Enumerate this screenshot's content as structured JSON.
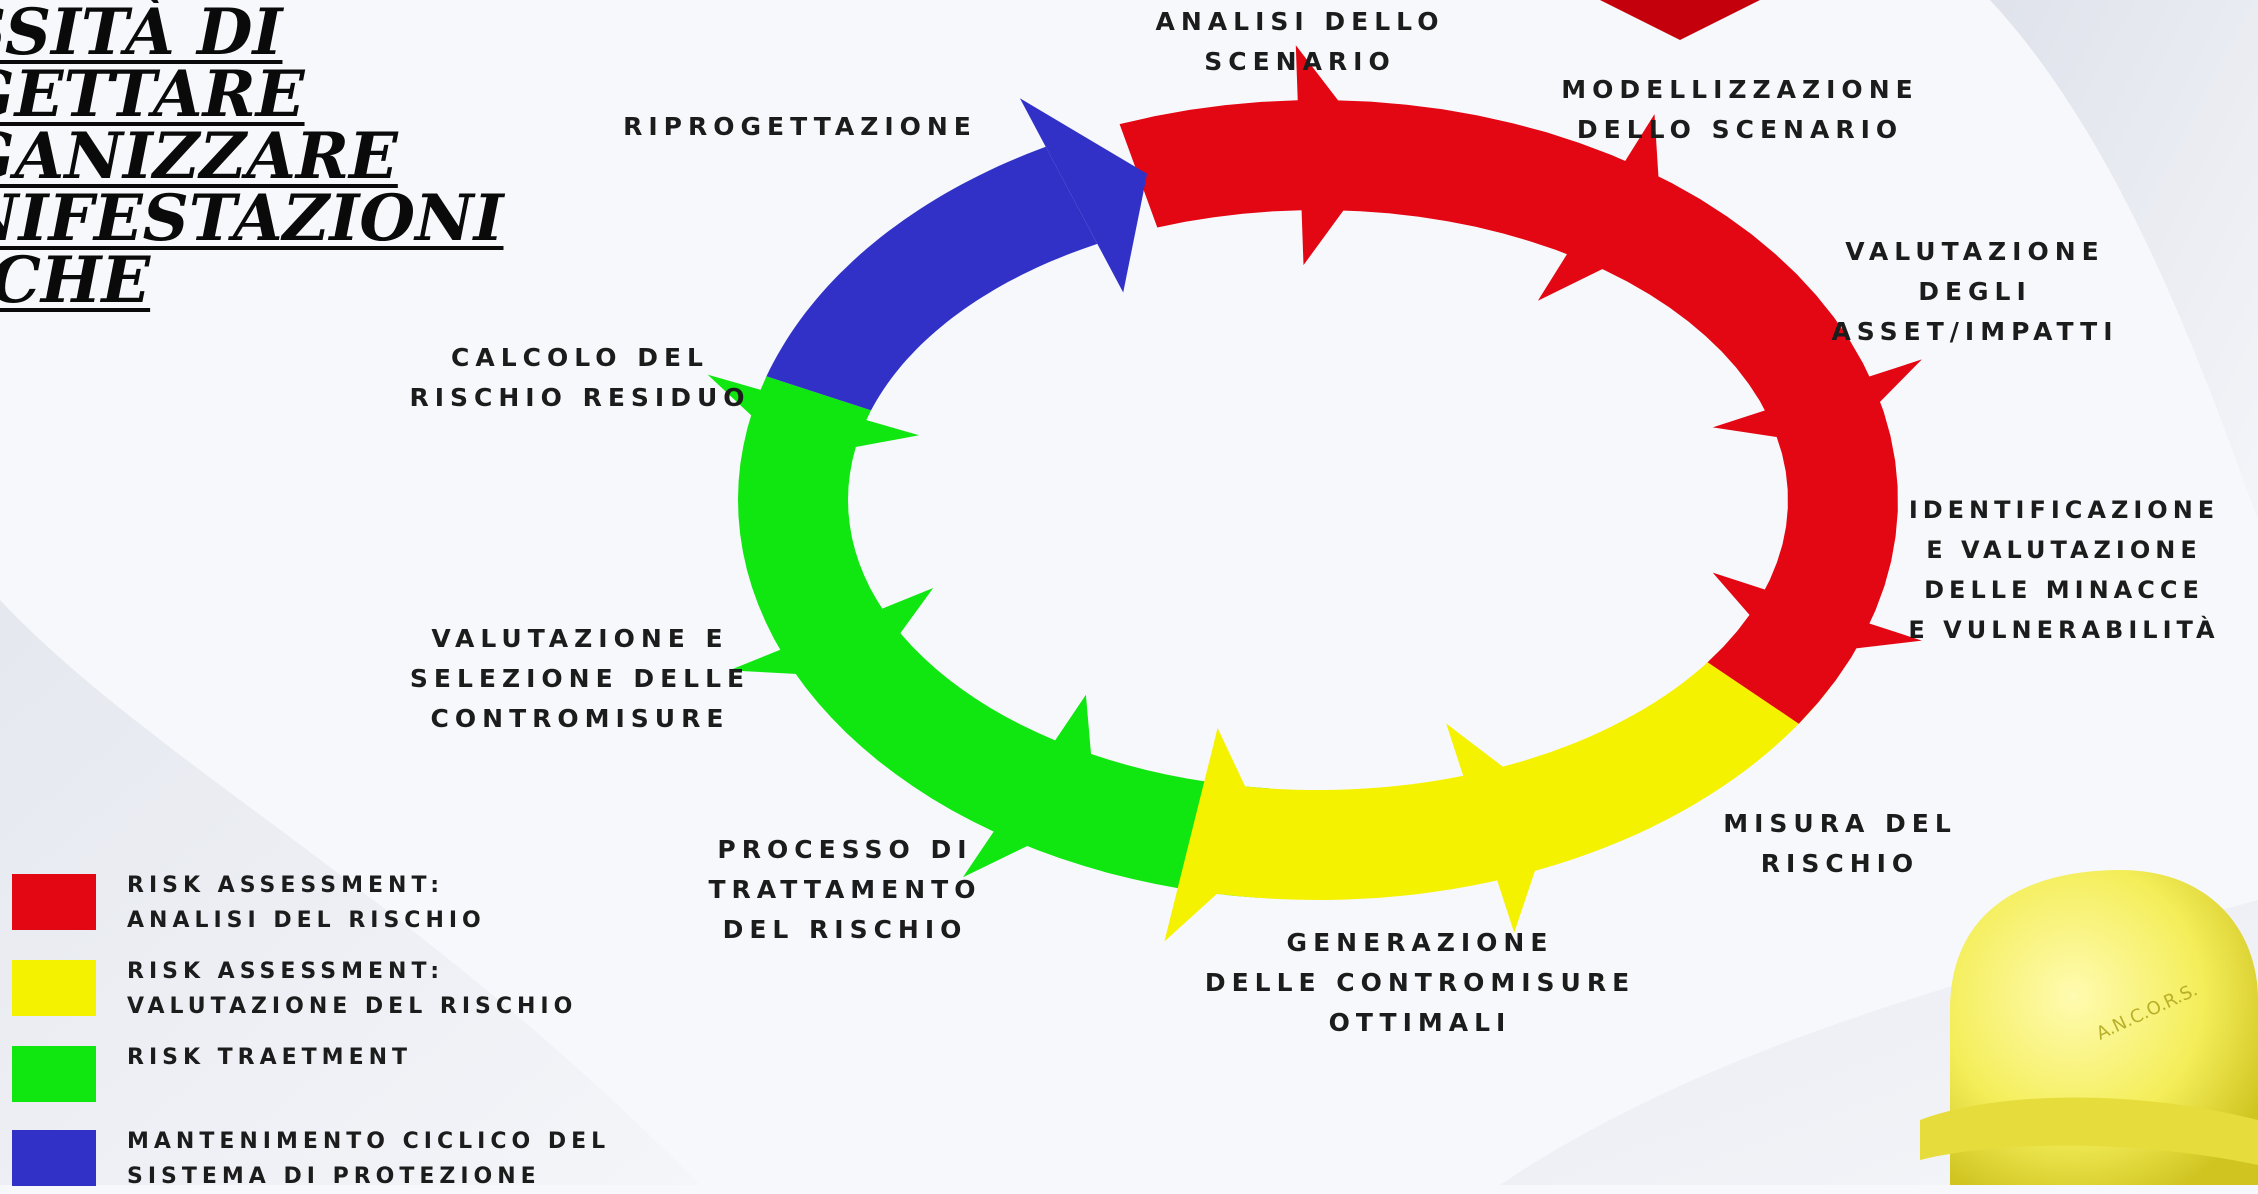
{
  "title": "SSITÀ DI\nGETTARE\nGANIZZARE\nNIFESTAZIONI\nICHE",
  "colors": {
    "analisi": "#e30613",
    "valutazione": "#f5f200",
    "trattamento": "#10e610",
    "mantenimento": "#3131c8"
  },
  "cycle_labels": {
    "analisi_scenario": "ANALISI DELLO\nSCENARIO",
    "modellizzazione": "MODELLIZZAZIONE\nDELLO SCENARIO",
    "valutazione_asset": "VALUTAZIONE\nDEGLI\nASSET/IMPATTI",
    "identificazione": "IDENTIFICAZIONE\nE VALUTAZIONE\nDELLE MINACCE\nE VULNERABILITÀ",
    "misura_rischio": "MISURA DEL\nRISCHIO",
    "generazione": "GENERAZIONE\nDELLE CONTROMISURE\nOTTIMALI",
    "processo": "PROCESSO DI\nTRATTAMENTO\nDEL RISCHIO",
    "valutazione_selezione": "VALUTAZIONE E\nSELEZIONE DELLE\nCONTROMISURE",
    "calcolo": "CALCOLO DEL\nRISCHIO RESIDUO",
    "riprogettazione": "RIPROGETTAZIONE"
  },
  "legend": [
    {
      "label": "RISK ASSESSMENT:\nANALISI DEL RISCHIO",
      "color": "#e30613"
    },
    {
      "label": "RISK ASSESSMENT:\nVALUTAZIONE DEL RISCHIO",
      "color": "#f5f200"
    },
    {
      "label": "RISK TRAETMENT",
      "color": "#10e610"
    },
    {
      "label": "MANTENIMENTO CICLICO DEL\nSISTEMA DI PROTEZIONE",
      "color": "#3131c8"
    }
  ],
  "helmet_text": "A.N.C.O.R.S."
}
